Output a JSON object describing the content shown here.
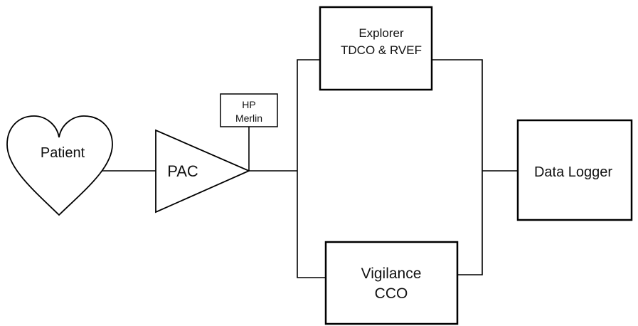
{
  "diagram": {
    "patient": {
      "label": "Patient"
    },
    "pac": {
      "label": "PAC"
    },
    "hp_merlin": {
      "line1": "HP",
      "line2": "Merlin"
    },
    "explorer": {
      "line1": "Explorer",
      "line2": "TDCO & RVEF"
    },
    "vigilance": {
      "line1": "Vigilance",
      "line2": "CCO"
    },
    "data_logger": {
      "label": "Data Logger"
    }
  },
  "colors": {
    "stroke": "#000000",
    "background": "#ffffff"
  }
}
